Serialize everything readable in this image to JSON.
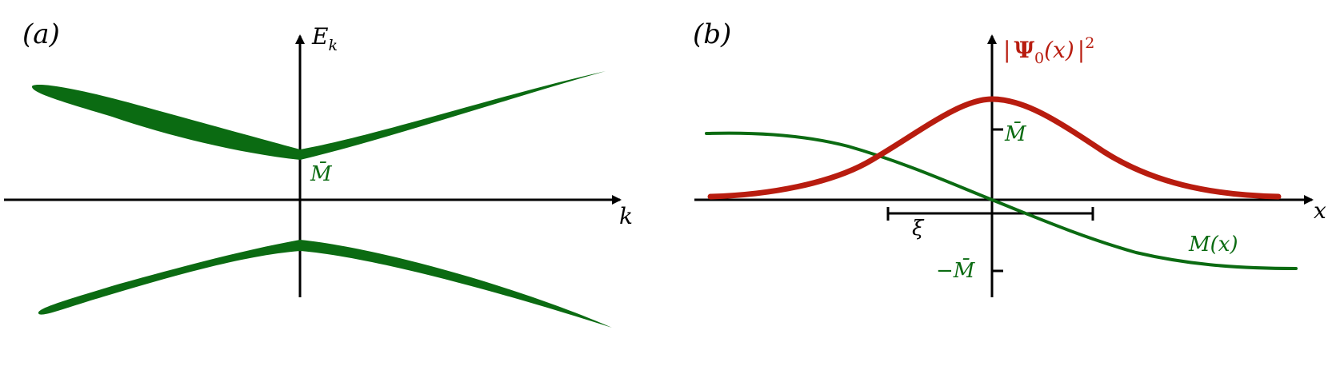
{
  "panel_a": {
    "label": "(a)",
    "y_label_main": "E",
    "y_label_sub": "k",
    "x_label": "k",
    "gap_label": "M̄"
  },
  "panel_b": {
    "label": "(b)",
    "curve_label_prefix": "|",
    "curve_label_psi": "Ψ",
    "curve_label_sub": "0",
    "curve_label_arg": "(x)",
    "curve_label_suffix": "|",
    "curve_label_sup": "2",
    "x_label": "x",
    "tick_upper_label": "M̄",
    "tick_lower_label": "−M̄",
    "width_label": "ξ",
    "profile_label": "M(x)"
  },
  "colors": {
    "axis": "#000000",
    "green": "#0b6b12",
    "red": "#b81c0f"
  }
}
